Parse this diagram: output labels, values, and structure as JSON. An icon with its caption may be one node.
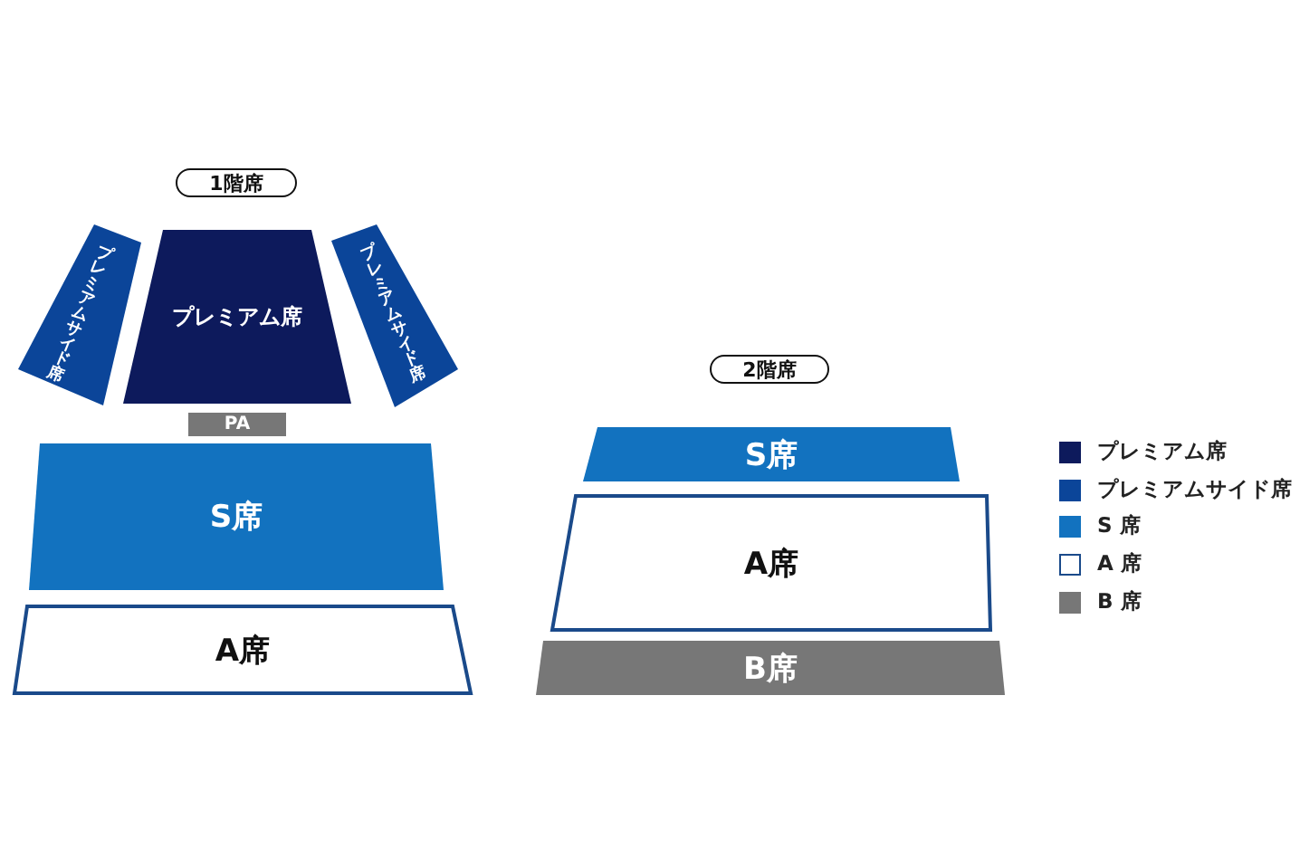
{
  "diagram": {
    "nodes": [
      {
        "text": [
          "1階席"
        ]
      },
      {
        "text": [
          "プレミアムサイド席"
        ]
      },
      {
        "text": [
          "プレミアム席"
        ]
      },
      {
        "text": [
          "プレミアムサイド席"
        ]
      },
      {
        "text": [
          "PA"
        ]
      },
      {
        "text": [
          "S席"
        ]
      },
      {
        "text": [
          "A席"
        ]
      },
      {
        "text": [
          "2階席"
        ]
      },
      {
        "text": [
          "S席"
        ]
      },
      {
        "text": [
          "A席"
        ]
      },
      {
        "text": [
          "B席"
        ]
      }
    ],
    "legend": [
      {
        "text": "プレミアム席",
        "color": "#0d1a5c"
      },
      {
        "text": "プレミアムサイド席",
        "color": "#0b4599"
      },
      {
        "text": "S 席",
        "color": "#1272bf"
      },
      {
        "text": "A 席",
        "color": "#ffffff"
      },
      {
        "text": "B 席",
        "color": "#777777"
      }
    ]
  }
}
